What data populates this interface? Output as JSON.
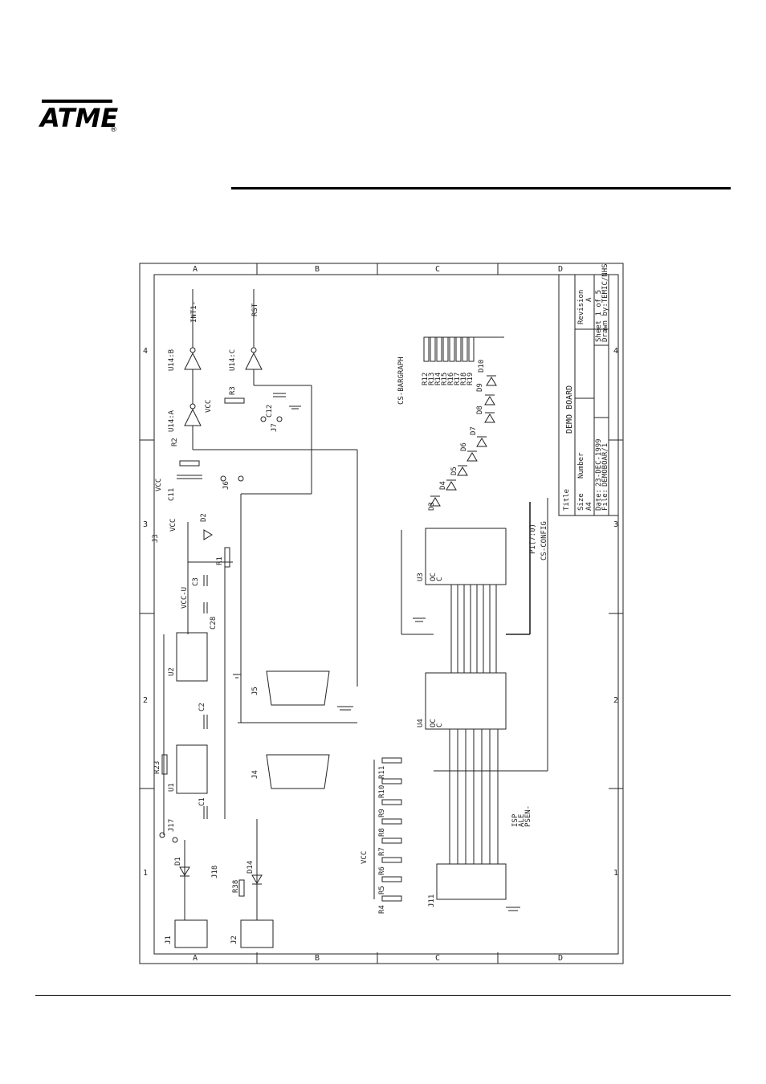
{
  "logo": {
    "text": "ATMEL",
    "registered": "®"
  },
  "schematic": {
    "zones_top": [
      "A",
      "B",
      "C",
      "D"
    ],
    "zones_side": [
      "4",
      "3",
      "2",
      "1"
    ],
    "title_block": {
      "title_label": "Title",
      "title": "DEMO BOARD",
      "size_label": "Size",
      "size": "A4",
      "number_label": "Number",
      "revision_label": "Revision",
      "revision": "A",
      "date_label": "Date:",
      "date": "23-DEC-1999",
      "file_label": "File:",
      "file": "DEMOBOAR/1",
      "sheet": "Sheet 1 of 5",
      "drawn": "Drawn by:TEMIC/NHS"
    },
    "labels": {
      "u14a": "U14:A",
      "u14b": "U14:B",
      "u14c": "U14:C",
      "int1": "INT1-",
      "rst": "RST",
      "vcc1": "VCC",
      "vcc2": "VCC",
      "vcc3": "VCC",
      "vccu": "VCC-U",
      "r1": "R1",
      "r2": "R2",
      "r3": "R3",
      "r23": "R23",
      "r38": "R38",
      "c1": "C1",
      "c2": "C2",
      "c3": "C3",
      "c11": "C11",
      "c12": "C12",
      "c28": "C28",
      "d1": "D1",
      "d2": "D2",
      "d14": "D14",
      "j1": "J1",
      "j2": "J2",
      "j3": "J3",
      "j4": "J4",
      "j5": "J5",
      "j6": "J6",
      "j7": "J7",
      "j11": "J11",
      "j17": "J17",
      "j18": "J18",
      "u1": "U1",
      "u2": "U2",
      "u3": "U3",
      "u4": "U4",
      "cs_bargraph": "CS-BARGRAPH",
      "cs_config": "CS-CONFIG",
      "bus": "P1(7:0)",
      "isp": "ISP",
      "ale": "ALE",
      "psen": "PSEN-",
      "vcc_r": "VCC",
      "oc": "OC",
      "c": "C"
    },
    "leds": [
      "D3",
      "D4",
      "D5",
      "D6",
      "D7",
      "D8",
      "D9",
      "D10"
    ],
    "bar_resistors": [
      "R12",
      "R13",
      "R14",
      "R15",
      "R16",
      "R17",
      "R18",
      "R19"
    ],
    "config_resistors": [
      "R11",
      "R10",
      "R9",
      "R8",
      "R7",
      "R6",
      "R5",
      "R4"
    ]
  }
}
